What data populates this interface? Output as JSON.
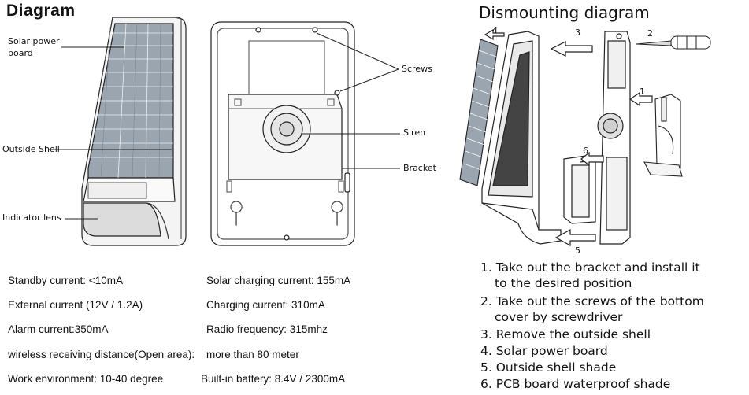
{
  "titles": {
    "left": "Diagram",
    "right": "Dismounting diagram"
  },
  "labels": {
    "solar_power_board": [
      "Solar power",
      "board"
    ],
    "outside_shell": "Outside Shell",
    "indicator_lens": "Indicator lens",
    "screws": "Screws",
    "siren": "Siren",
    "bracket": "Bracket"
  },
  "callout_numbers": [
    "1",
    "2",
    "3",
    "4",
    "5",
    "6"
  ],
  "specs": {
    "left": [
      "Standby current:  <10mA",
      "External current (12V / 1.2A)",
      "Alarm current:350mA",
      "wireless receiving distance(Open area):",
      "Work environment: 10-40 degree"
    ],
    "right": [
      "Solar charging current: 155mA",
      "Charging current: 310mA",
      "Radio frequency: 315mhz",
      "more than 80 meter",
      "Built-in battery: 8.4V / 2300mA"
    ]
  },
  "steps": [
    "1. Take out the bracket and install it",
    "to the desired position",
    "2. Take out the screws of the bottom",
    "cover by screwdriver",
    "3. Remove the outside shell",
    "4. Solar power board",
    "5. Outside shell shade",
    "6. PCB board waterproof shade"
  ]
}
